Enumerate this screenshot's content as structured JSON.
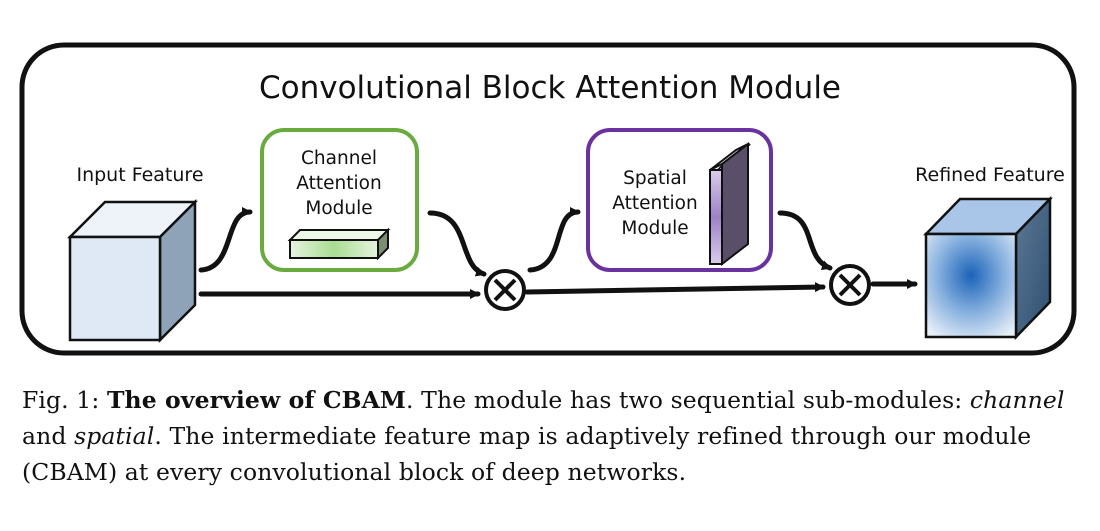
{
  "diagram": {
    "title": "Convolutional Block Attention Module",
    "input_label": "Input Feature",
    "output_label": "Refined Feature",
    "channel_module": {
      "lines": [
        "Channel",
        "Attention",
        "Module"
      ]
    },
    "spatial_module": {
      "lines": [
        "Spatial",
        "Attention",
        "Module"
      ]
    },
    "operator_symbol": "⊗",
    "colors": {
      "channel_border": "#6aab3f",
      "spatial_border": "#6a329f",
      "input_cube_front": "#dfe9f5",
      "output_cube_center": "#1b63b8"
    }
  },
  "caption": {
    "fig_label": "Fig. 1:",
    "title_bold": "The overview of CBAM",
    "text1": ". The module has two sequential sub-modules:",
    "italic1": "channel",
    "text2": " and ",
    "italic2": "spatial",
    "text3": ". The intermediate feature map is adaptively refined through our module (CBAM) at every convolutional block of deep networks."
  }
}
